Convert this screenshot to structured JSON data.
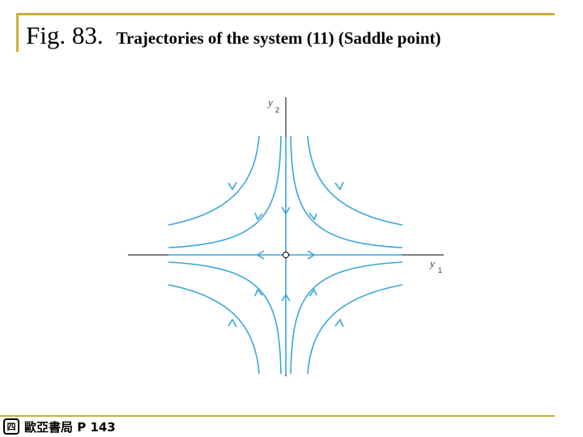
{
  "header": {
    "fig_label": "Fig. 83.",
    "caption": "Trajectories of the system (11) (Saddle point)"
  },
  "diagram": {
    "y_axis_label": "y",
    "y_axis_sub": "2",
    "x_axis_label": "y",
    "x_axis_sub": "1",
    "colors": {
      "trajectory": "#3aa6d8",
      "axis": "#000000",
      "frame": "#c9b037"
    }
  },
  "footer": {
    "logo_glyph": "四",
    "publisher": "歐亞書局 P 143"
  }
}
